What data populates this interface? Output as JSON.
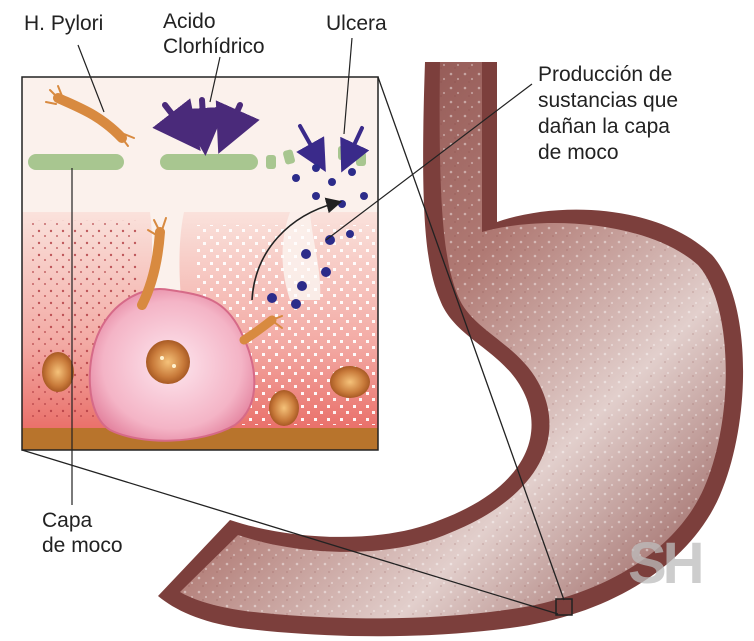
{
  "labels": {
    "h_pylori": "H. Pylori",
    "acid_line1": "Acido",
    "acid_line2": "Clorhídrico",
    "ulcer": "Ulcera",
    "production_line1": "Producción de",
    "production_line2": "sustancias que",
    "production_line3": "dañan la capa",
    "production_line4": "de moco",
    "mucus_line1": "Capa",
    "mucus_line2": "de moco"
  },
  "watermark": "SH",
  "colors": {
    "stomach_wall": "#8a4a48",
    "stomach_lining": "#efd6d0",
    "tissue": "#f2a9a4",
    "mucus_band": "#a8c690",
    "bacteria": "#d88a40",
    "acid_arrows": "#4a2a7a",
    "substance_dots": "#2c2c8a",
    "muscle_layer": "#b8742c"
  }
}
